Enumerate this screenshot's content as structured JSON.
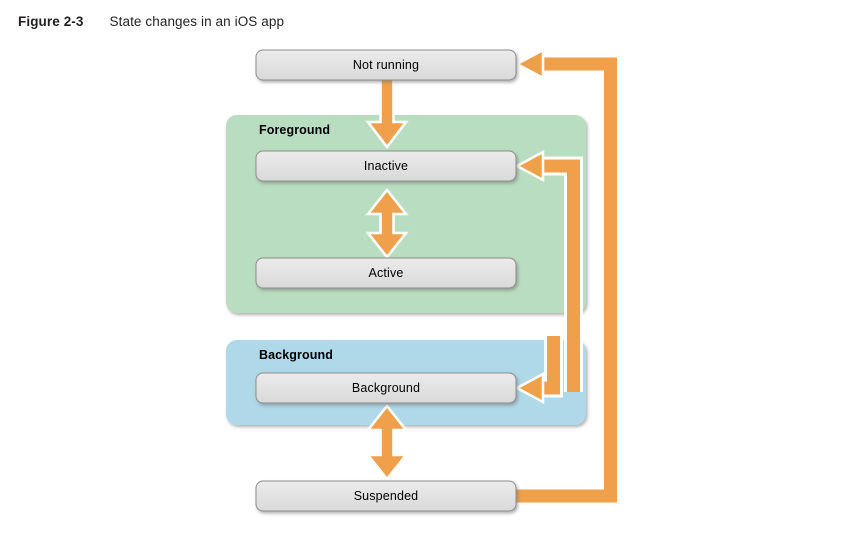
{
  "caption": {
    "figure_number": "Figure 2-3",
    "title": "State changes in an iOS app"
  },
  "colors": {
    "arrow_orange": "#F0A04B",
    "arrow_outline": "#FFFFFF",
    "foreground_panel": "#B9DDC0",
    "background_panel": "#AFD8E8",
    "state_box_fill": "#E3E3E3",
    "state_box_border": "#8E8E8E",
    "text": "#000000"
  },
  "diagram": {
    "type": "state-machine",
    "states": [
      {
        "id": "not-running",
        "label": "Not running",
        "group": null
      },
      {
        "id": "inactive",
        "label": "Inactive",
        "group": "foreground"
      },
      {
        "id": "active",
        "label": "Active",
        "group": "foreground"
      },
      {
        "id": "background",
        "label": "Background",
        "group": "background"
      },
      {
        "id": "suspended",
        "label": "Suspended",
        "group": null
      }
    ],
    "groups": [
      {
        "id": "foreground",
        "label": "Foreground"
      },
      {
        "id": "background",
        "label": "Background"
      }
    ],
    "transitions": [
      {
        "from": "not-running",
        "to": "inactive",
        "style": "single"
      },
      {
        "from": "inactive",
        "to": "active",
        "style": "double"
      },
      {
        "from": "background",
        "to": "suspended",
        "style": "double"
      },
      {
        "from": "suspended",
        "to": "not-running",
        "style": "single"
      },
      {
        "from": "suspended",
        "to": "inactive",
        "style": "single"
      },
      {
        "from": "suspended",
        "to": "background",
        "style": "single"
      }
    ]
  }
}
